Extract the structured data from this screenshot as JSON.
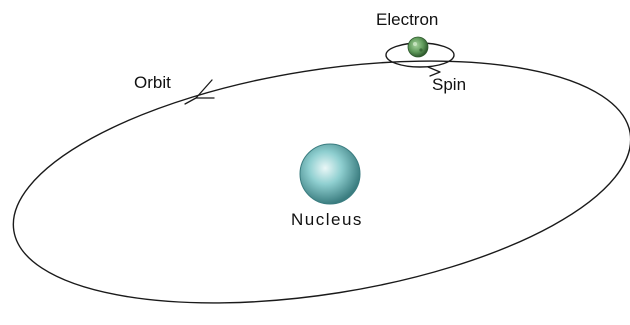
{
  "labels": {
    "electron": "Electron",
    "orbit": "Orbit",
    "spin": "Spin",
    "nucleus": "Nucleus"
  },
  "colors": {
    "line": "#1a1a1a",
    "nucleus_center": "#eaf7f7",
    "nucleus_mid": "#8fcfd0",
    "nucleus_edge": "#3b7d80",
    "electron_fill": "#5f9a5a",
    "electron_dark": "#2f5a2e"
  }
}
